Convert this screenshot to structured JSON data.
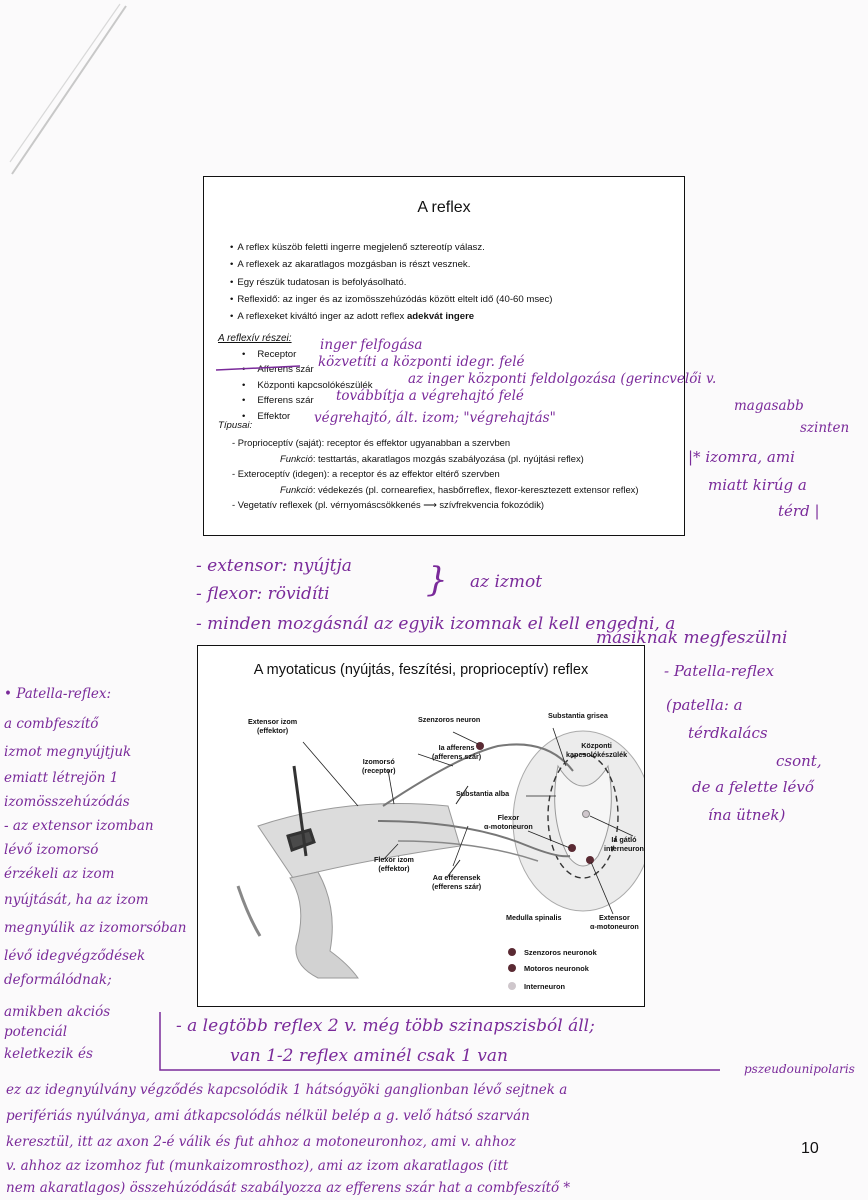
{
  "slide1": {
    "title": "A reflex",
    "bullets": [
      "A reflex küszöb feletti ingerre megjelenő sztereotíp válasz.",
      "A reflexek az akaratlagos mozgásban is részt vesznek.",
      "Egy részük tudatosan is befolyásolható.",
      "Reflexidő: az inger és az izomösszehúzódás között eltelt idő (40-60 msec)",
      "A reflexeket kiváltó inger az adott reflex"
    ],
    "bullet5_bold": "adekvát ingere",
    "parts_heading": "A reflexív részei:",
    "parts": [
      "Receptor",
      "Afferens szár",
      "Központi kapcsolókészülék",
      "Efferens szár",
      "Effektor"
    ],
    "types_heading": "Típusai:",
    "types": {
      "proprio": "- Proprioceptív (saját): receptor és effektor ugyanabban a szervben",
      "proprio_fn_label": "Funkció",
      "proprio_fn": ": testtartás, akaratlagos mozgás szabályozása (pl. nyújtási reflex)",
      "extero": "- Exteroceptív (idegen): a receptor és az effektor eltérő szervben",
      "extero_fn_label": "Funkció",
      "extero_fn": ": védekezés (pl. cornearefiex, hasbőrreflex, flexor-keresztezett extensor reflex)",
      "vege": "- Vegetatív reflexek (pl. vérnyomáscsökkenés",
      "vege_arrow": "⟶",
      "vege_end": "szívfrekvencia fokozódik)"
    }
  },
  "slide2": {
    "title": "A myotaticus (nyújtás, feszítési, proprioceptív) reflex",
    "labels": {
      "extensor": "Extensor izom\n(effektor)",
      "szenzoros": "Szenzoros neuron",
      "grisea": "Substantia grisea",
      "kozponti": "Központi\nkapcsolókészülék",
      "afferens": "Ia afferens\n(afferens szár)",
      "izomorso": "Izomorsó\n(receptor)",
      "alba": "Substantia alba",
      "flexor_moto": "Flexor\nα-motoneuron",
      "gatlo": "Ia gátló\ninterneuron",
      "flexor_izom": "Flexor izom\n(effektor)",
      "efferensek": "Aα efferensek\n(efferens szár)",
      "medulla": "Medulla spinalis",
      "ext_moto": "Extensor\nα-motoneuron"
    },
    "legend": [
      {
        "label": "Szenzoros neuronok",
        "color": "#5a2a33"
      },
      {
        "label": "Motoros neuronok",
        "color": "#5a2a33"
      },
      {
        "label": "Interneuron",
        "color": "#cfc7cc"
      }
    ]
  },
  "page_number": "10",
  "handwriting": {
    "receptor_note": "inger felfogása",
    "afferens_note": "közvetíti a központi idegr. felé",
    "kozponti_note": "az inger központi feldolgozása (gerincvelői v.",
    "kozponti_note2": "magasabb",
    "kozponti_note3": "szinten",
    "efferens_note": "továbbítja a végrehajtó felé",
    "effektor_note": "végrehajtó, ált. izom; \"végrehajtás\"",
    "side_note1": "|* izomra, ami",
    "side_note2": "miatt kirúg a",
    "side_note3": "térd |",
    "extensor_line": "- extensor: nyújtja",
    "flexor_line": "- flexor: rövidíti",
    "az_izmot": "az izmot",
    "minden_line": "- minden mozgásnál az egyik izomnak el kell engedni, a",
    "masiknak_line": "másiknak megfeszülni",
    "patella_right1": "- Patella-reflex",
    "patella_right2": "(patella: a",
    "patella_right3": "térdkalács",
    "patella_right4": "csont,",
    "patella_right5": "de a felette lévő",
    "patella_right6": "ína ütnek)",
    "left_lines": [
      "• Patella-reflex:",
      "a combfeszítő",
      "izmot megnyújtjuk",
      "emiatt létrejön 1",
      "izomösszehúzódás",
      "- az extensor izomban",
      "lévő izomorsó",
      "érzékeli az izom",
      "nyújtását, ha az izom",
      "megnyúlik az izomorsóban",
      "lévő idegvégződések",
      "deformálódnak;",
      "amikben akciós",
      "potenciál",
      "keletkezik és"
    ],
    "legtobb_line": "- a legtöbb reflex 2 v. még több szinapszisból áll;",
    "van_line": "van 1-2 reflex aminél csak 1 van",
    "pseudo": "pszeudounipolaris",
    "bottom_lines": [
      "ez az idegnyúlvány végződés kapcsolódik 1 hátsógyöki ganglionban lévő sejtnek a",
      "perifériás nyúlványa, ami átkapcsolódás nélkül belép a g. velő hátsó szarván",
      "keresztül, itt az axon 2-é válik és fut ahhoz a motoneuronhoz, ami v. ahhoz",
      "v. ahhoz az izomhoz fut (munkaizomrosthoz), ami az izom akaratlagos (itt",
      "nem akaratlagos) összehúzódását szabályozza az efferens szár hat a combfeszítő *"
    ]
  }
}
